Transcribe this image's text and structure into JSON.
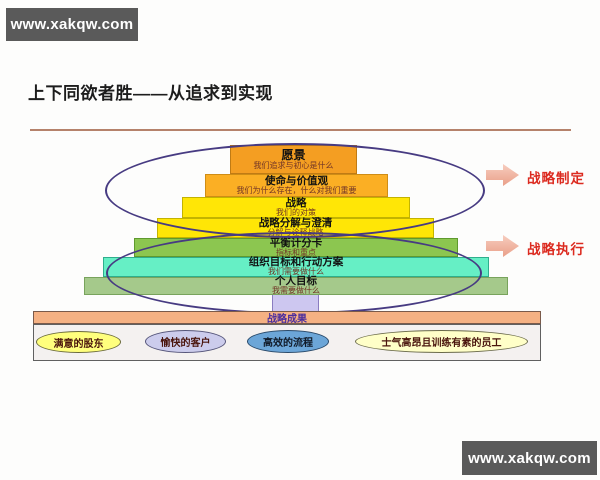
{
  "watermark_top": {
    "text": "www.xakqw.com"
  },
  "watermark_bottom": {
    "text": "www.xakqw.com"
  },
  "slide": {
    "title": "上下同欲者胜——从追求到实现",
    "accent_colors": {
      "title_rule": "#b5826b",
      "ellipse_outline": "#473B82",
      "stage_label_red": "#DC2B20",
      "arrow_pink": "#EFB3A0",
      "results_bar": "#F5B183",
      "results_header_text": "#4b2e9e"
    },
    "pyramid": {
      "levels": [
        {
          "title": "愿景",
          "subtitle": "我们追求与初心是什么",
          "color": "#F49E22"
        },
        {
          "title": "使命与价值观",
          "subtitle": "我们为什么存在，什么对我们重要",
          "color": "#FBAF24"
        },
        {
          "title": "战略",
          "subtitle": "我们的对策",
          "color": "#FFE606"
        },
        {
          "title": "战略分解与澄清",
          "subtitle": "分解与诠释战略",
          "color": "#FFE606"
        },
        {
          "title": "平衡计分卡",
          "subtitle": "指标和重点",
          "color": "#8CC650"
        },
        {
          "title": "组织目标和行动方案",
          "subtitle": "我们需要做什么",
          "color": "#66EFC5"
        },
        {
          "title": "个人目标",
          "subtitle": "我需要做什么",
          "color": "#A5C98B"
        }
      ]
    },
    "stage_labels": [
      {
        "label": "战略制定"
      },
      {
        "label": "战略执行"
      }
    ],
    "results": {
      "header": "战略成果",
      "items": [
        {
          "label": "满意的股东",
          "color": "#FFFF7D"
        },
        {
          "label": "愉快的客户",
          "color": "#CCCCEC"
        },
        {
          "label": "高效的流程",
          "color": "#6CA6D8"
        },
        {
          "label": "士气高昂且训练有素的员工",
          "color": "#FFFFC8"
        }
      ]
    }
  }
}
